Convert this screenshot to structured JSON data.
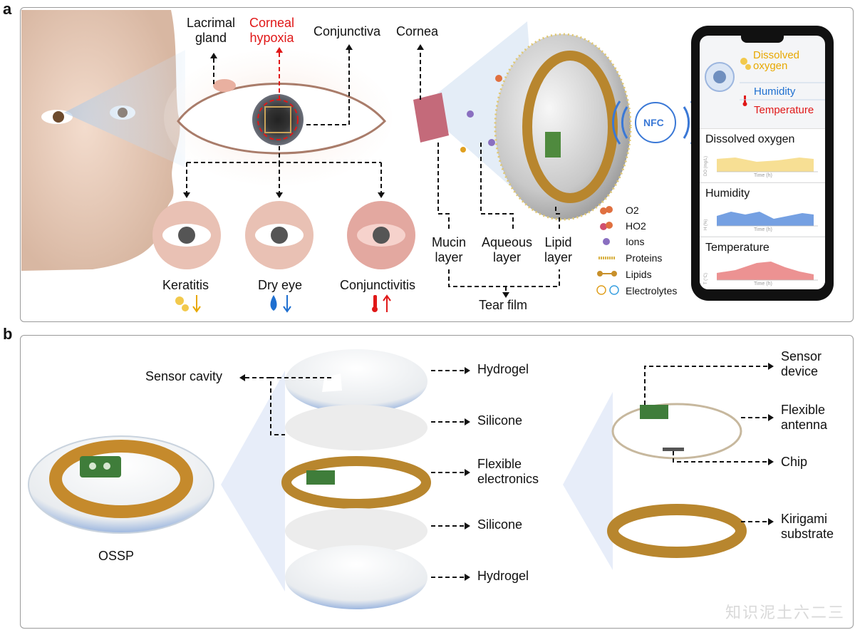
{
  "panel_a": {
    "label": "a",
    "eye_labels": {
      "lacrimal_gland": "Lacrimal\ngland",
      "corneal_hypoxia": "Corneal\nhypoxia",
      "conjunctiva": "Conjunctiva",
      "cornea": "Cornea"
    },
    "conditions": [
      {
        "name": "Keratitis"
      },
      {
        "name": "Dry eye"
      },
      {
        "name": "Conjunctivitis"
      }
    ],
    "tear_layers": {
      "mucin": "Mucin\nlayer",
      "aqueous": "Aqueous\nlayer",
      "lipid": "Lipid\nlayer",
      "tear_film": "Tear film"
    },
    "nfc_label": "NFC",
    "legend": [
      {
        "label": "O2",
        "icon": "o2-molecule-icon",
        "color": "#e07040"
      },
      {
        "label": "HO2",
        "icon": "ho2-molecule-icon",
        "color": "#d05070"
      },
      {
        "label": "Ions",
        "icon": "ion-icon",
        "color": "#8a6fc0"
      },
      {
        "label": "Proteins",
        "icon": "protein-icon",
        "color": "#d8b040"
      },
      {
        "label": "Lipids",
        "icon": "lipid-icon",
        "color": "#c8902a"
      },
      {
        "label": "Electrolytes",
        "icon": "electrolyte-icon",
        "color": "#e0a020"
      }
    ],
    "phone": {
      "metrics": [
        {
          "label": "Dissolved\noxygen",
          "color": "#e8a800",
          "icon": "oxygen-bubbles-icon"
        },
        {
          "label": "Humidity",
          "color": "#1e6fd0"
        },
        {
          "label": "Temperature",
          "color": "#e01818",
          "icon": "thermometer-icon"
        }
      ],
      "charts": [
        {
          "title": "Dissolved oxygen",
          "ylabel": "DO (mg/L)",
          "xlabel": "Time (h)",
          "color": "#f2c94c"
        },
        {
          "title": "Humidity",
          "ylabel": "H (%)",
          "xlabel": "Time (h)",
          "color": "#3a78d6"
        },
        {
          "title": "Temperature",
          "ylabel": "T (°C)",
          "xlabel": "Time (h)",
          "color": "#e04a4a"
        }
      ]
    }
  },
  "panel_b": {
    "label": "b",
    "ossp": "OSSP",
    "sensor_cavity": "Sensor cavity",
    "layers": [
      "Hydrogel",
      "Silicone",
      "Flexible\nelectronics",
      "Silicone",
      "Hydrogel"
    ],
    "right_labels": {
      "sensor_device": "Sensor\ndevice",
      "flexible_antenna": "Flexible\nantenna",
      "chip": "Chip",
      "kirigami": "Kirigami\nsubstrate"
    }
  },
  "watermark": "知识泥土六二三"
}
